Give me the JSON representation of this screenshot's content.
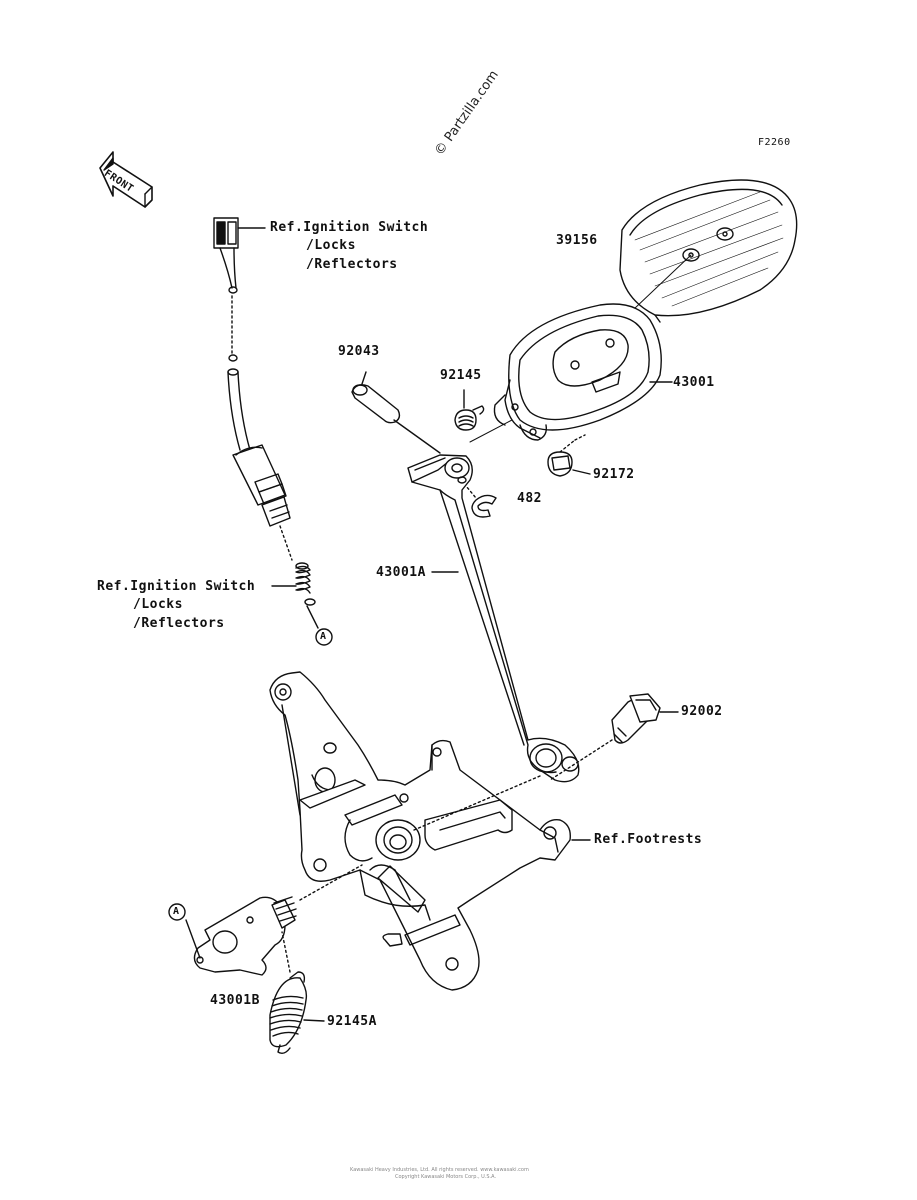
{
  "diagram_code": "F2260",
  "watermark": "© Partzilla.com",
  "front_label": "FRONT",
  "labels": {
    "ref_ignition_top": [
      "Ref.Ignition Switch",
      "/Locks",
      "/Reflectors"
    ],
    "ref_ignition_mid": [
      "Ref.Ignition Switch",
      "/Locks",
      "/Reflectors"
    ],
    "ref_footrests": "Ref.Footrests",
    "p39156": "39156",
    "p92043": "92043",
    "p92145": "92145",
    "p43001": "43001",
    "p92172": "92172",
    "p482": "482",
    "p43001A": "43001A",
    "p92002": "92002",
    "p43001B": "43001B",
    "p92145A": "92145A",
    "callout_a": "A"
  },
  "footer": {
    "line1": "Kawasaki Heavy Industries, Ltd. All rights reserved. www.kawasaki.com",
    "line2": "Copyright Kawasaki Motors Corp., U.S.A."
  }
}
